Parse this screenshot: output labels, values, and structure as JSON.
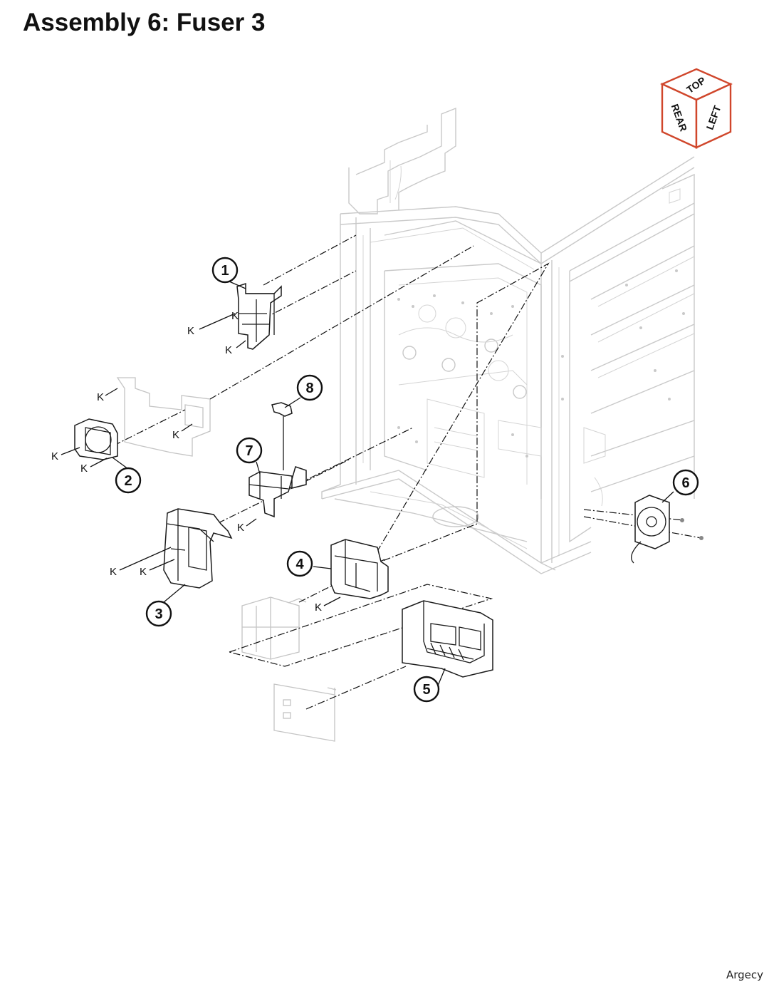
{
  "title": "Assembly 6: Fuser 3",
  "orientation_cube": {
    "top": "TOP",
    "rear": "REAR",
    "left": "LEFT",
    "accent_color": "#d0462b"
  },
  "callouts": [
    "1",
    "2",
    "3",
    "4",
    "5",
    "6",
    "7",
    "8"
  ],
  "fastener_label": "K",
  "watermark": "Argecy"
}
